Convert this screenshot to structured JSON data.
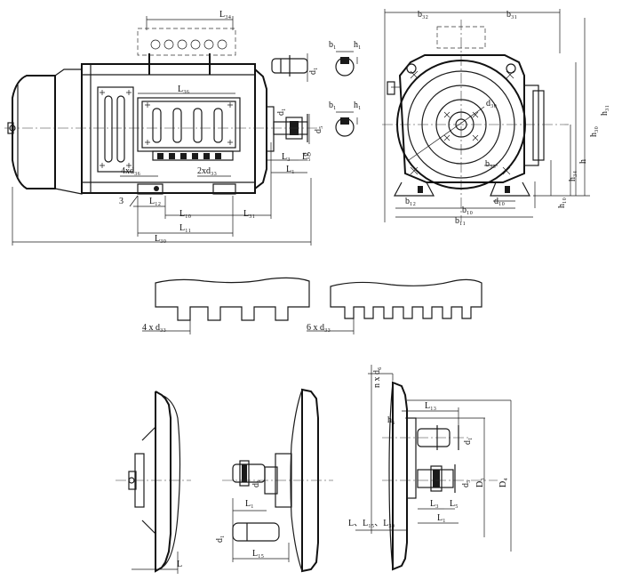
{
  "labels": {
    "L34": "L₃₄",
    "L36": "L₃₆",
    "4xd36": "4xd₃₆",
    "2xd33": "2xd₃₃",
    "item3": "3",
    "L12": "L₁₂",
    "L10": "L₁₀",
    "L31": "L₃₁",
    "L11": "L₁₁",
    "L30": "L₃₀",
    "L3": "L₃",
    "L5": "L₅",
    "L1": "L₁",
    "d1_top": "d₁",
    "d1_mid": "d₁",
    "d5": "d₅",
    "g_top": "g",
    "b1_top": "b₁",
    "h1_top": "h₁",
    "b1_bot": "b₁",
    "h1_bot": "h₁",
    "b32": "b₃₂",
    "b31": "b₃₁",
    "d30": "d₃₀",
    "b33": "b₃₃",
    "b12": "b₁₂",
    "b10": "b₁₀",
    "b11": "b₁₁",
    "d10": "d₁₀",
    "h31": "h₃₁",
    "h30": "h₃₀",
    "h": "h",
    "h34": "h₃₄",
    "h10": "h₁₀",
    "four_x_d33": "4 x d₃₃",
    "six_x_d33": "6 x d₃₃",
    "L_flange": "L",
    "d1_f2": "d₁",
    "L1_f2": "L₁",
    "L15_f2": "L₁₅",
    "d5_f2": "d₅",
    "n_x_d6": "n x d₆",
    "h6": "h₆",
    "L13": "L₁₃",
    "d1_f3": "d₁",
    "D3": "D₃",
    "D4": "D₄",
    "d5_f3": "d₅",
    "L3_f3": "L₃",
    "L5_f3": "L₅",
    "L1_f3": "L₁",
    "L_combo": "L、L₁₅、L₃₀"
  }
}
